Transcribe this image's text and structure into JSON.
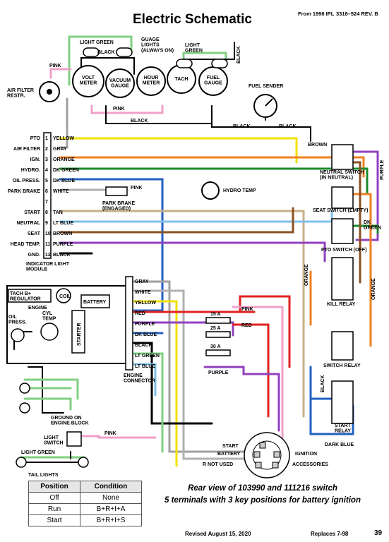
{
  "header": {
    "title": "Electric Schematic",
    "source": "From 1996 IPL",
    "rev": "3318–524 REV. B"
  },
  "gauges": [
    {
      "label": "VOLT\nMETER"
    },
    {
      "label": "VACUUM\nGAUGE"
    },
    {
      "label": "HOUR\nMETER"
    },
    {
      "label": "TACH"
    },
    {
      "label": "FUEL\nGAUGE"
    }
  ],
  "labels": {
    "light_green_top": "LIGHT GREEN",
    "guage_lights": "GUAGE\nLIGHTS\n(ALWAYS ON)",
    "light_green_right": "LIGHT\nGREEN",
    "black_vert": "BLACK",
    "black_top": "BLACK",
    "pink_top": "PINK",
    "pink_mid": "PINK",
    "black_mid": "BLACK",
    "air_filter_restr": "AIR FILTER\nRESTR.",
    "fuel_sender": "FUEL SENDER",
    "black_sender1": "BLACK",
    "black_sender2": "BLACK",
    "hydro_temp": "HYDRO TEMP",
    "park_brake": "PARK BRAKE\n(ENGAGED)",
    "pink_pb": "PINK",
    "indicator_module": "INDICATOR LIGHT\nMODULE",
    "brown_r": "BROWN",
    "neutral_switch": "NEUTRAL SWITCH\n(IN NEUTRAL)",
    "purple_r": "PURPLE",
    "seat_switch": "SEAT SWITCH (EMPTY)",
    "dk_green_r": "DK\nGREEN",
    "pto_switch": "PTO SWITCH (OFF)",
    "orange_v1": "ORANGE",
    "orange_v2": "ORANGE",
    "kill_relay": "KILL RELAY",
    "switch_relay": "SWITCH RELAY",
    "black_v": "BLACK",
    "start_relay": "START\nRELAY",
    "dark_blue_b": "DARK BLUE",
    "tach_reg": "TACH  B+\nREGULATOR",
    "coil": "COIL",
    "engine": "ENGINE",
    "battery": "BATTERY",
    "oil_press": "OIL\nPRESS.",
    "cyl_temp": "CYL\nTEMP",
    "starter": "STARTER",
    "engine_connector": "ENGINE\nCONNECTOR",
    "fuse15": "15 A",
    "fuse25": "25 A",
    "fuse30": "30 A",
    "pink_fuse": "PINK",
    "red_fuse": "RED",
    "purple_b": "PURPLE",
    "ground_engine": "GROUND ON\nENGINE BLOCK",
    "light_switch": "LIGHT\nSWITCH",
    "pink_ls": "PINK",
    "light_green_ls": "LIGHT GREEN",
    "tail_lights": "TAIL LIGHTS"
  },
  "module_rows": [
    {
      "n": "1",
      "left": "PTO",
      "wire": "YELLOW",
      "color": "#f0e000"
    },
    {
      "n": "2",
      "left": "AIR FILTER",
      "wire": "GRAY",
      "color": "#a0a0a0"
    },
    {
      "n": "3",
      "left": "IGN.",
      "wire": "ORANGE",
      "color": "#f08020"
    },
    {
      "n": "4",
      "left": "HYDRO.",
      "wire": "DK GREEN",
      "color": "#1a8a2a"
    },
    {
      "n": "5",
      "left": "OIL PRESS.",
      "wire": "DK BLUE",
      "color": "#2060c0"
    },
    {
      "n": "6",
      "left": "PARK  BRAKE",
      "wire": "WHITE",
      "color": "#9a9a9a"
    },
    {
      "n": "7",
      "left": "",
      "wire": "",
      "color": ""
    },
    {
      "n": "8",
      "left": "START",
      "wire": "TAN",
      "color": "#c8b088"
    },
    {
      "n": "9",
      "left": "NEUTRAL",
      "wire": "LT BLUE",
      "color": "#80c0e8"
    },
    {
      "n": "10",
      "left": "SEAT",
      "wire": "BROWN",
      "color": "#8a5020"
    },
    {
      "n": "11",
      "left": "HEAD TEMP.",
      "wire": "PURPLE",
      "color": "#9040c0"
    },
    {
      "n": "12",
      "left": "GND.",
      "wire": "BLACK",
      "color": "#000000"
    }
  ],
  "connector_rows": [
    {
      "wire": "GRAY",
      "color": "#a0a0a0"
    },
    {
      "wire": "WHITE",
      "color": "#b0b0b0"
    },
    {
      "wire": "YELLOW",
      "color": "#f0e000"
    },
    {
      "wire": "RED",
      "color": "#e02020"
    },
    {
      "wire": "PURPLE",
      "color": "#9040c0"
    },
    {
      "wire": "DK BLUE",
      "color": "#2060c0"
    },
    {
      "wire": "BLACK",
      "color": "#000000"
    },
    {
      "wire": "LT GREEN",
      "color": "#80d080"
    },
    {
      "wire": "LT BLUE",
      "color": "#80c0e8"
    }
  ],
  "ignition": {
    "start": "START",
    "battery": "BATTERY",
    "not_used": "R NOT USED",
    "ignition": "IGNITION",
    "accessories": "ACCESSORIES"
  },
  "table": {
    "head": [
      "Position",
      "Condition"
    ],
    "rows": [
      [
        "Off",
        "None"
      ],
      [
        "Run",
        "B+R+I+A"
      ],
      [
        "Start",
        "B+R+I+S"
      ]
    ]
  },
  "caption": {
    "line1": "Rear view of 103990 and 111216 switch",
    "line2": "5 terminals with 3 key positions for battery ignition"
  },
  "footer": {
    "revised": "Revised August 15, 2020",
    "replaces": "Replaces 7-98",
    "page": "39"
  },
  "colors": {
    "yellow": "#f0e000",
    "pink": "#f0a0c8",
    "red": "#e02020",
    "purple": "#9040c0",
    "orange": "#f08020",
    "dk_blue": "#2060c0",
    "lt_green": "#80d080",
    "brown": "#8a5020"
  }
}
